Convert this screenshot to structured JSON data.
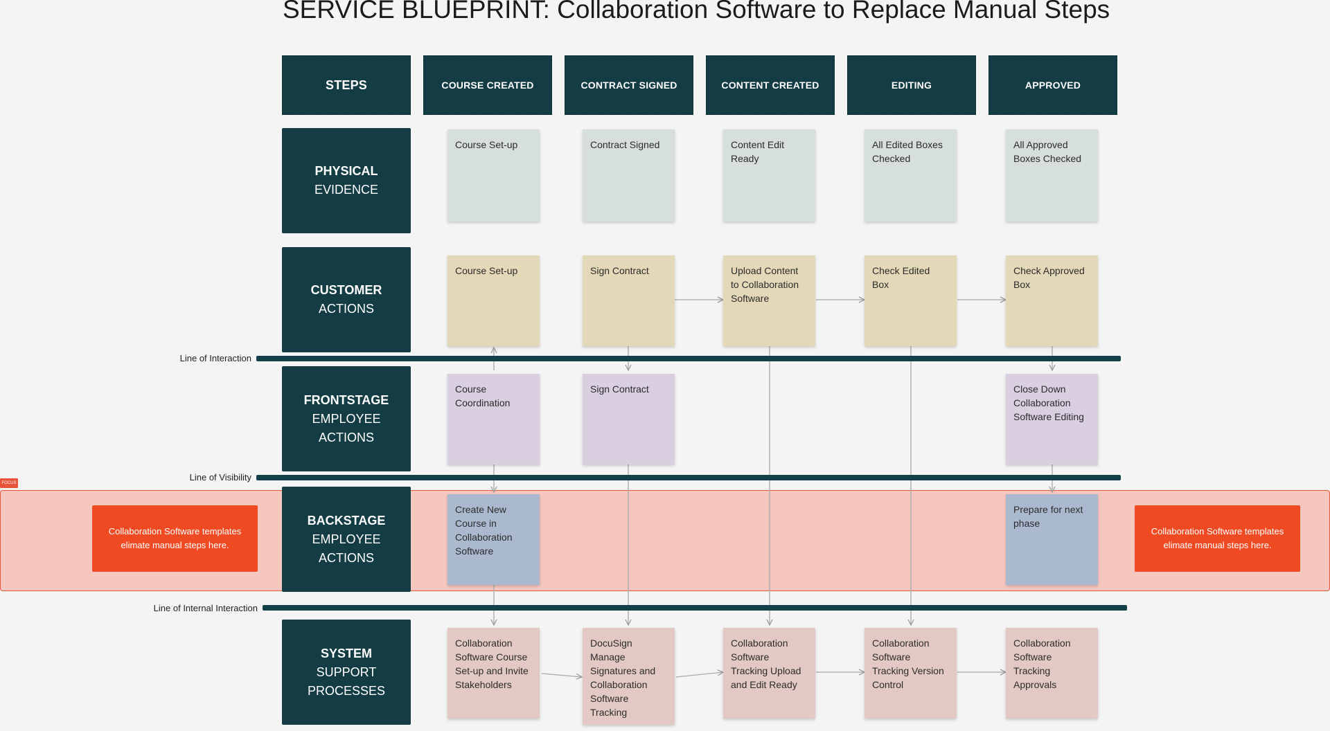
{
  "title": "SERVICE BLUEPRINT: Collaboration Software to Replace Manual Steps",
  "steps_label": "STEPS",
  "steps": [
    "COURSE CREATED",
    "CONTRACT SIGNED",
    "CONTENT CREATED",
    "EDITING",
    "APPROVED"
  ],
  "rows": [
    {
      "l1": "PHYSICAL",
      "l2": "EVIDENCE",
      "l3": ""
    },
    {
      "l1": "CUSTOMER",
      "l2": "ACTIONS",
      "l3": ""
    },
    {
      "l1": "FRONTSTAGE",
      "l2": "EMPLOYEE",
      "l3": "ACTIONS"
    },
    {
      "l1": "BACKSTAGE",
      "l2": "EMPLOYEE",
      "l3": "ACTIONS"
    },
    {
      "l1": "SYSTEM",
      "l2": "SUPPORT",
      "l3": "PROCESSES"
    }
  ],
  "lines": {
    "interaction": "Line of Interaction",
    "visibility": "Line of Visibility",
    "internal": "Line of Internal Interaction"
  },
  "focus_tag": "FOCUS",
  "callouts": {
    "left": "Collaboration Software templates elimate manual steps here.",
    "right": "Collaboration Software templates elimate manual steps here."
  },
  "colors": {
    "header": "#133c44",
    "physical": "#d6dfdd",
    "customer": "#e3d8b8",
    "frontstage": "#d9cfe1",
    "backstage": "#abb9cf",
    "system": "#e3c9c4",
    "focus_band": "#f5c7bf",
    "callout": "#f04a23"
  },
  "stickies": {
    "physical": [
      "Course Set-up",
      "Contract Signed",
      "Content Edit Ready",
      "All Edited Boxes Checked",
      "All Approved Boxes Checked"
    ],
    "customer": [
      "Course Set-up",
      "Sign Contract",
      "Upload Content to Collaboration Software",
      "Check Edited Box",
      "Check Approved Box"
    ],
    "frontstage": [
      "Course Coordination",
      "Sign Contract",
      "Close Down Collaboration Software Editing"
    ],
    "backstage": [
      "Create New Course in Collaboration Software",
      "Prepare for next phase"
    ],
    "system": [
      "Collaboration Software Course Set-up and Invite Stakeholders",
      "DocuSign Manage Signatures and Collaboration Software Tracking",
      "Collaboration Software Tracking Upload and Edit Ready",
      "Collaboration Software Tracking Version Control",
      "Collaboration Software Tracking Approvals"
    ]
  }
}
